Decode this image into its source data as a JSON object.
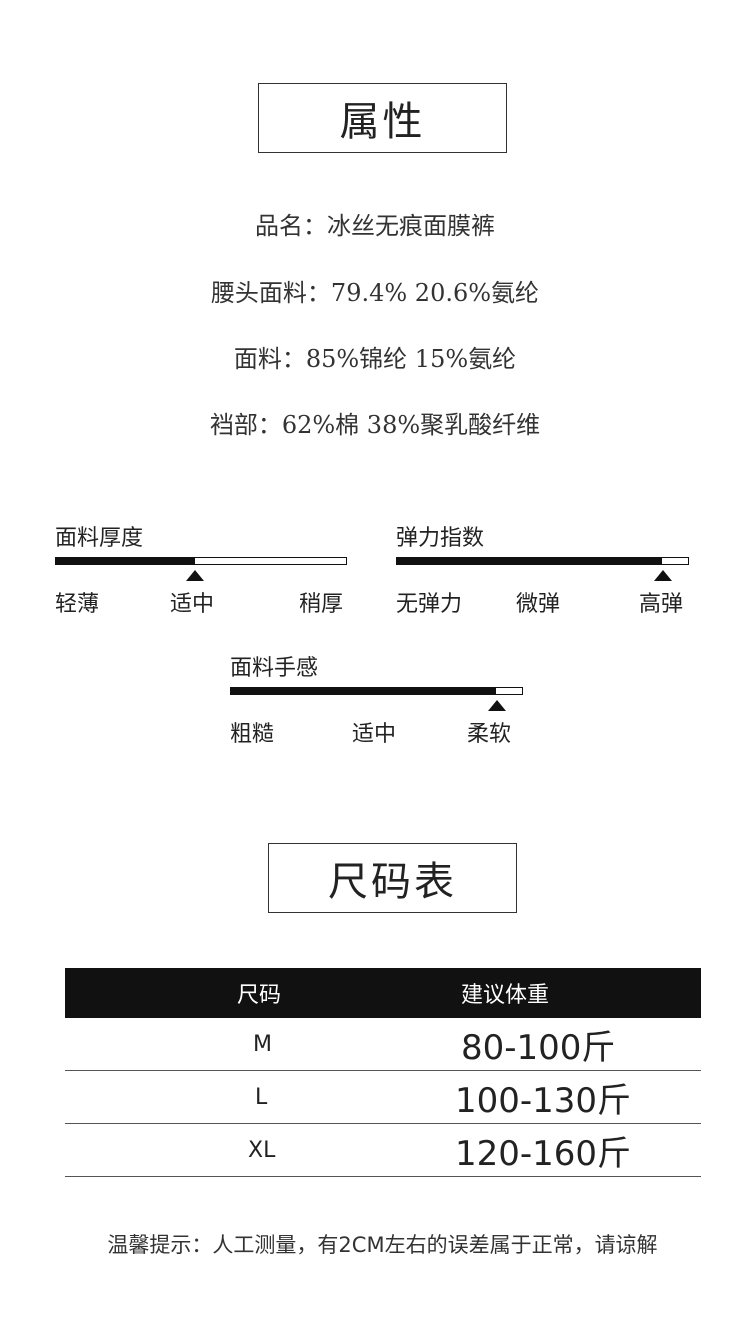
{
  "attributes": {
    "title": "属性",
    "lines": [
      "品名：冰丝无痕面膜裤",
      "腰头面料：79.4%  20.6%氨纶",
      "面料：85%锦纶 15%氨纶",
      "裆部：62%棉 38%聚乳酸纤维"
    ]
  },
  "scales": [
    {
      "label": "面料厚度",
      "ticks": [
        "轻薄",
        "适中",
        "稍厚"
      ],
      "level_fraction": 0.48
    },
    {
      "label": "弹力指数",
      "ticks": [
        "无弹力",
        "微弹",
        "高弹"
      ],
      "level_fraction": 0.91
    },
    {
      "label": "面料手感",
      "ticks": [
        "粗糙",
        "适中",
        "柔软"
      ],
      "level_fraction": 0.91
    }
  ],
  "size_chart": {
    "title": "尺码表",
    "headers": [
      "尺码",
      "建议体重"
    ],
    "rows": [
      {
        "size": "M",
        "weight": "80-100斤"
      },
      {
        "size": "L",
        "weight": "100-130斤"
      },
      {
        "size": "XL",
        "weight": "120-160斤"
      }
    ],
    "header_bg": "#111111"
  },
  "footer": {
    "note": "温馨提示：人工测量，有2CM左右的误差属于正常，请谅解"
  }
}
